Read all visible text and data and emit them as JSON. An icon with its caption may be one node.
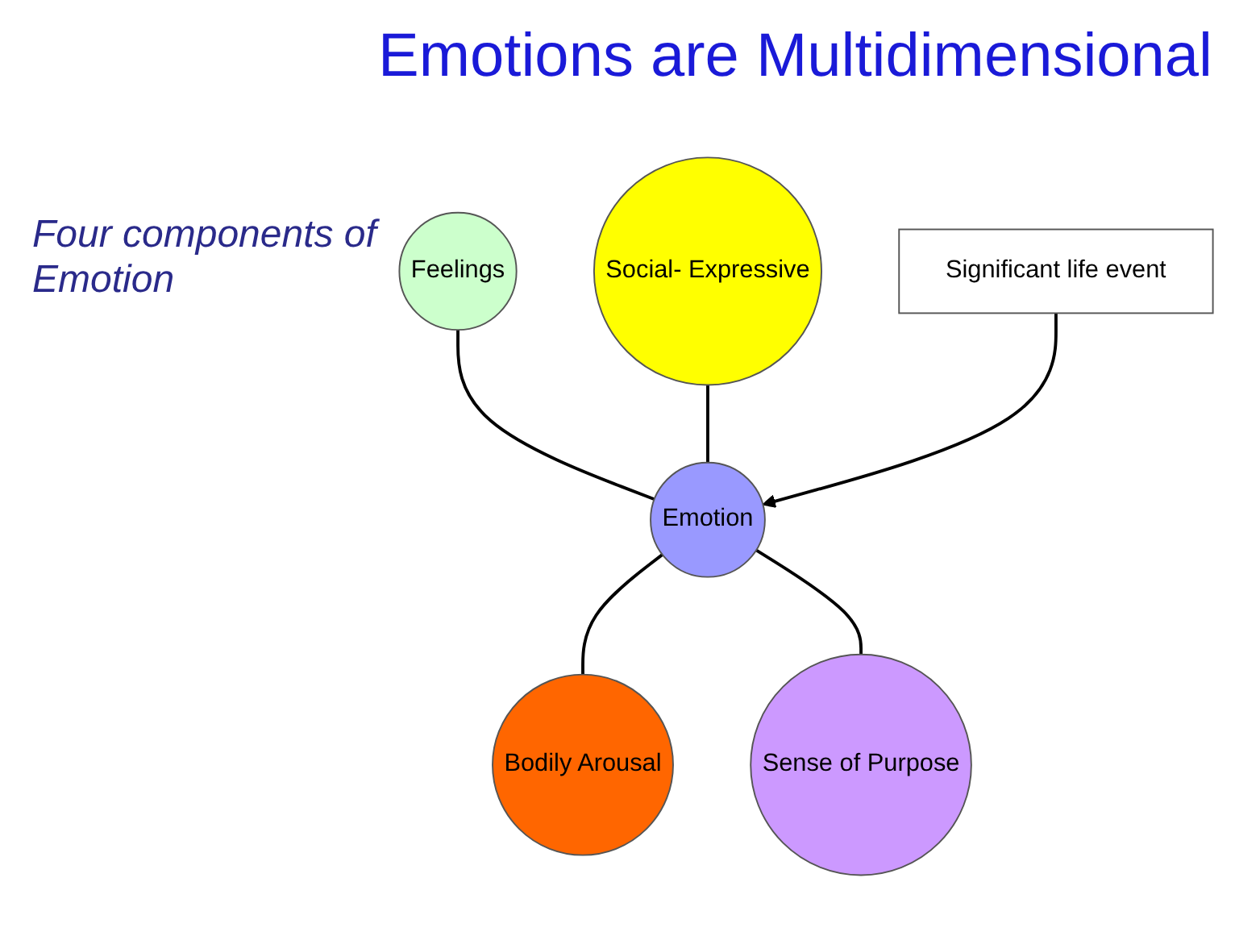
{
  "diagram": {
    "title": "Emotions are Multidimensional",
    "nodes": [
      {
        "text": [
          "Feelings"
        ]
      },
      {
        "text": [
          "Social- Expressive"
        ]
      },
      {
        "text": [
          "Emotion"
        ]
      },
      {
        "text": [
          "Bodily Arousal"
        ]
      },
      {
        "text": [
          "Sense of Purpose"
        ]
      },
      {
        "text": [
          "Significant life event"
        ]
      }
    ],
    "edges": [
      {
        "from": 0,
        "to": 2,
        "arrow": "none"
      },
      {
        "from": 1,
        "to": 2,
        "arrow": "none"
      },
      {
        "from": 2,
        "to": 3,
        "arrow": "none"
      },
      {
        "from": 2,
        "to": 4,
        "arrow": "none"
      },
      {
        "from": 5,
        "to": 2,
        "arrow": "to"
      }
    ],
    "labels": [
      "Four components of Emotion"
    ]
  }
}
